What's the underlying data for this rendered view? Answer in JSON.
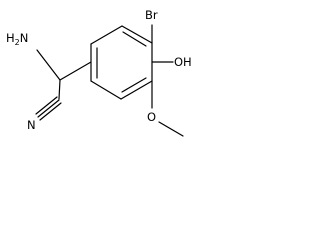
{
  "structure": {
    "atoms": {
      "amine": {
        "element": "N",
        "hydrogens": "2"
      },
      "nitrile_n": {
        "element": "N"
      },
      "bromine": {
        "element": "Br"
      },
      "hydroxyl": {
        "text": "OH"
      },
      "methoxy_o": {
        "element": "O"
      }
    }
  },
  "colors": {
    "bond": "#000000",
    "label": "#000000",
    "background": "#ffffff"
  }
}
